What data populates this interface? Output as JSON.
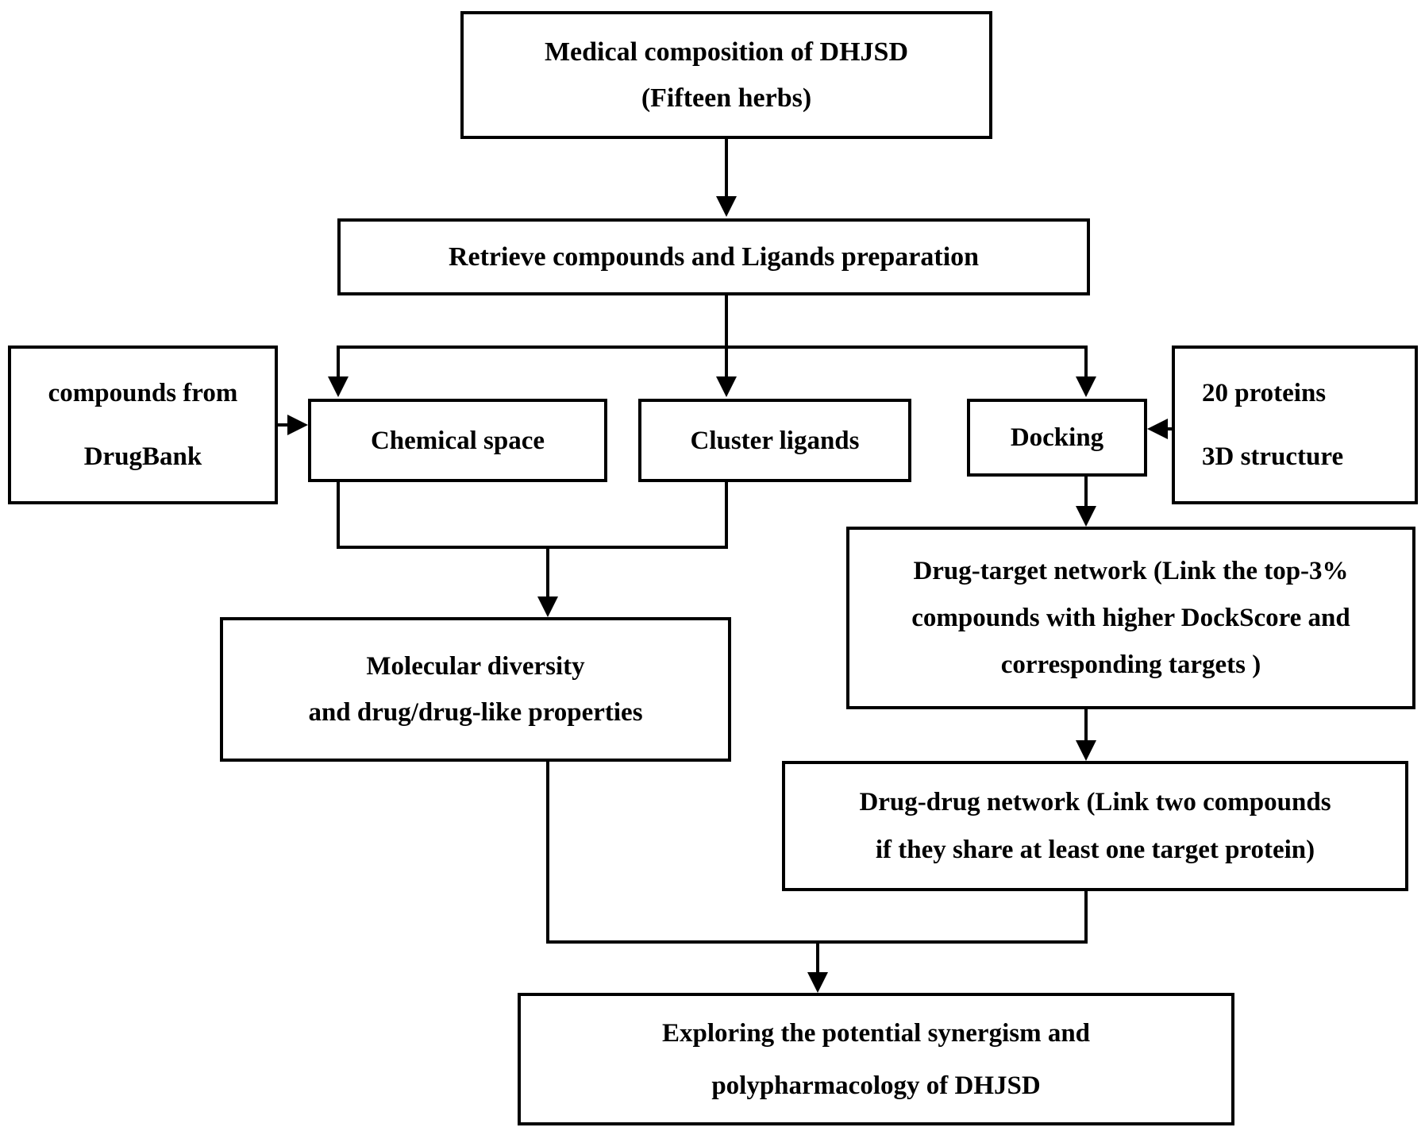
{
  "diagram": {
    "colors": {
      "line": "#000000",
      "text": "#000000",
      "background": "#ffffff"
    },
    "nodes": {
      "medical": {
        "lines": [
          "Medical composition of DHJSD",
          "(Fifteen herbs)"
        ]
      },
      "retrieve": {
        "lines": [
          "Retrieve compounds and Ligands preparation"
        ]
      },
      "compounds": {
        "lines": [
          "compounds from",
          "DrugBank"
        ]
      },
      "chemical": {
        "lines": [
          "Chemical space"
        ]
      },
      "cluster": {
        "lines": [
          "Cluster ligands"
        ]
      },
      "docking": {
        "lines": [
          "Docking"
        ]
      },
      "proteins": {
        "lines": [
          "20 proteins",
          "3D structure"
        ]
      },
      "molecular": {
        "lines": [
          "Molecular diversity",
          "and drug/drug-like properties"
        ]
      },
      "drug_target": {
        "lines": [
          "Drug-target network (Link the top-3%",
          "compounds with higher DockScore and",
          "corresponding targets )"
        ]
      },
      "drug_drug": {
        "lines": [
          "Drug-drug network (Link two compounds",
          "if they share at least one target protein)"
        ]
      },
      "final": {
        "lines": [
          "Exploring the potential synergism and",
          "polypharmacology of DHJSD"
        ]
      }
    }
  }
}
